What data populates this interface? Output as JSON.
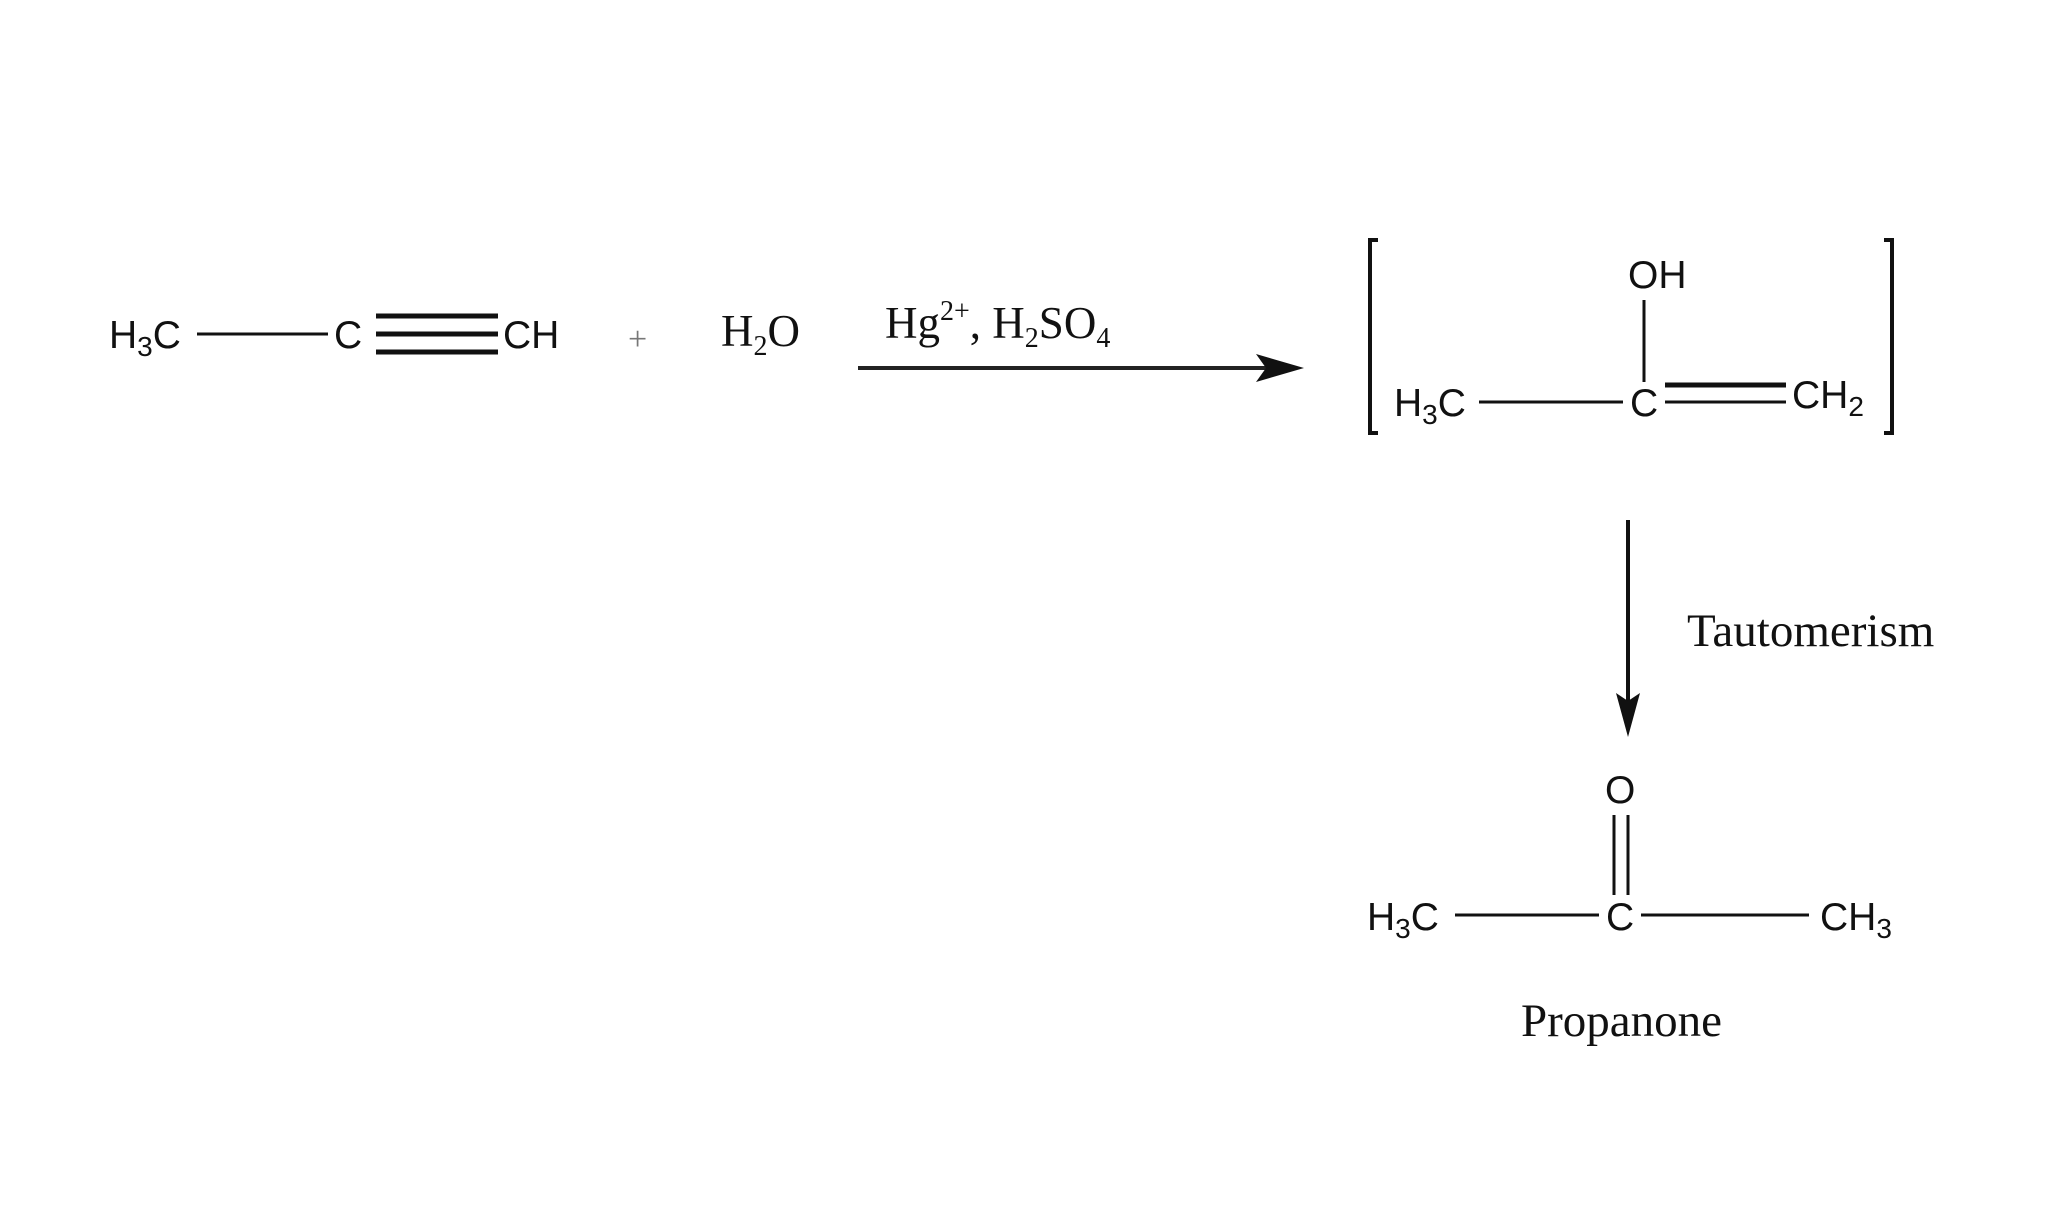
{
  "reactant1": {
    "left": "H",
    "left_sub": "3",
    "left_c": "C",
    "center": "C",
    "right": "CH"
  },
  "plus": "+",
  "reactant2": {
    "h": "H",
    "sub": "2",
    "o": "O"
  },
  "conditions": {
    "hg": "Hg",
    "hg_sup": "2+",
    "sep": ", H",
    "s_sub": "2",
    "so": "SO",
    "o_sub": "4"
  },
  "intermediate": {
    "oh": "OH",
    "left": "H",
    "left_sub": "3",
    "left_c": "C",
    "center": "C",
    "right": "CH",
    "right_sub": "2"
  },
  "step_label": "Tautomerism",
  "product": {
    "o": "O",
    "left": "H",
    "left_sub": "3",
    "left_c": "C",
    "center": "C",
    "right": "CH",
    "right_sub": "3",
    "name": "Propanone"
  }
}
